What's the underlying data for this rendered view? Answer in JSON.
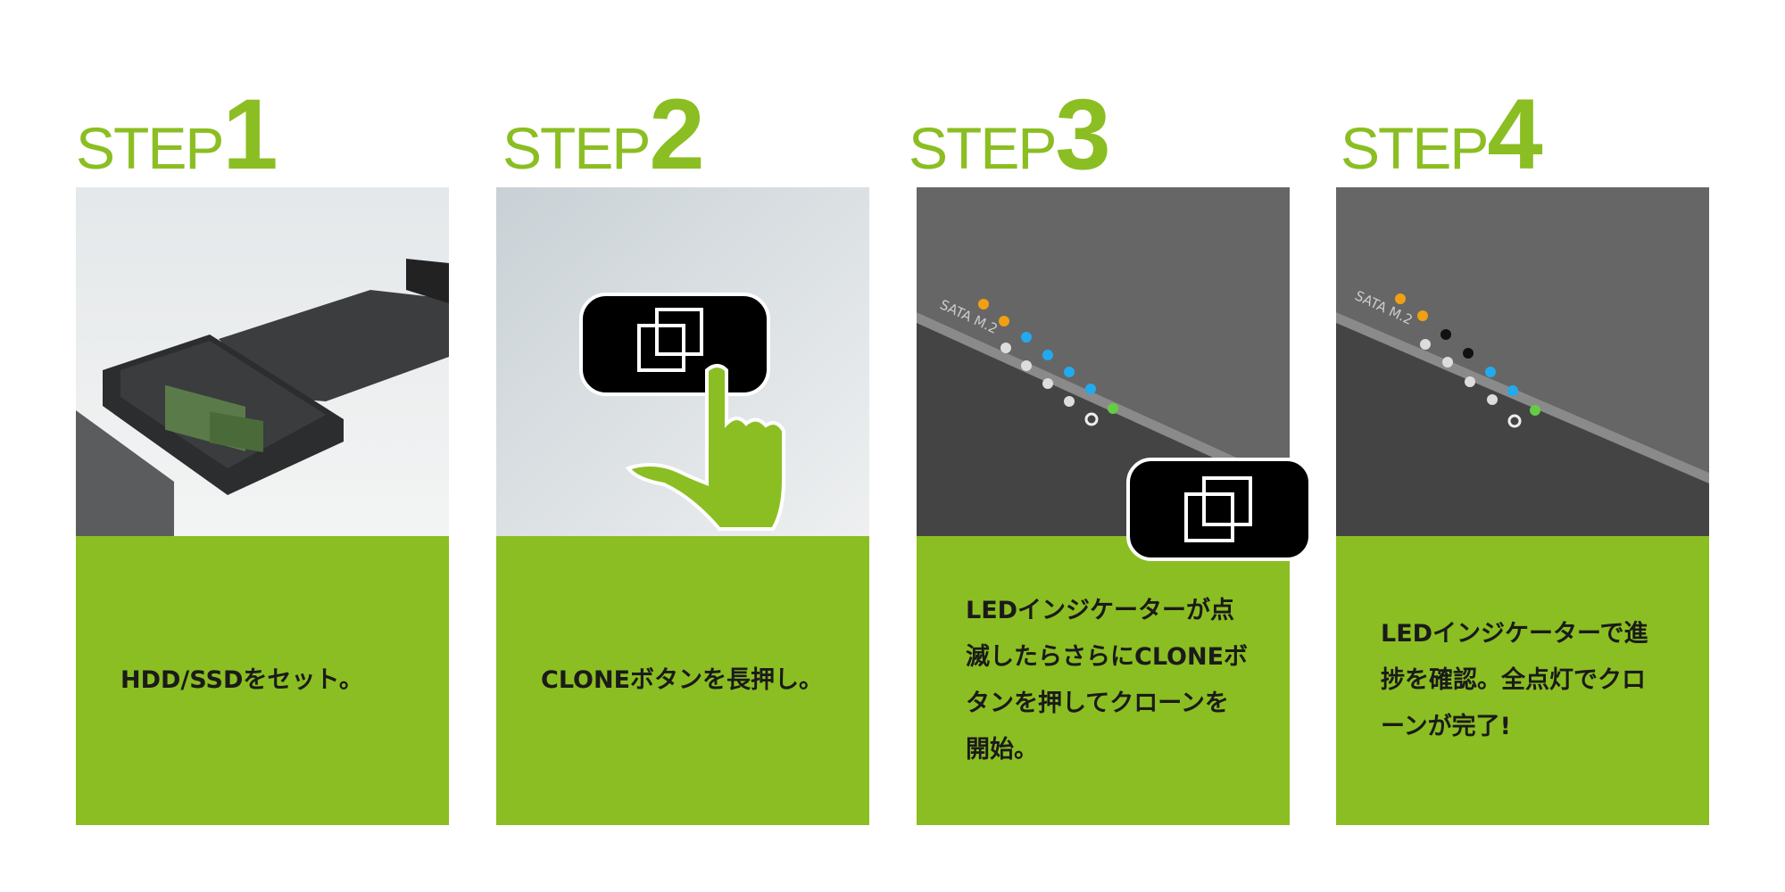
{
  "steps": [
    {
      "word": "STEP",
      "number": "1",
      "caption": "HDD/SSDをセット。"
    },
    {
      "word": "STEP",
      "number": "2",
      "caption": "CLONEボタンを長押し。"
    },
    {
      "word": "STEP",
      "number": "3",
      "caption": "LEDインジケーターが点滅したらさらにCLONEボタンを押してクローンを開始。",
      "device_label": "SATA M.2"
    },
    {
      "word": "STEP",
      "number": "4",
      "caption": "LEDインジケーターで進捗を確認。全点灯でクローンが完了!",
      "device_label": "SATA M.2"
    }
  ],
  "colors": {
    "accent": "#8bbe22",
    "led_orange": "#f0a012",
    "led_blue": "#22aaee",
    "led_green": "#66cc44"
  }
}
